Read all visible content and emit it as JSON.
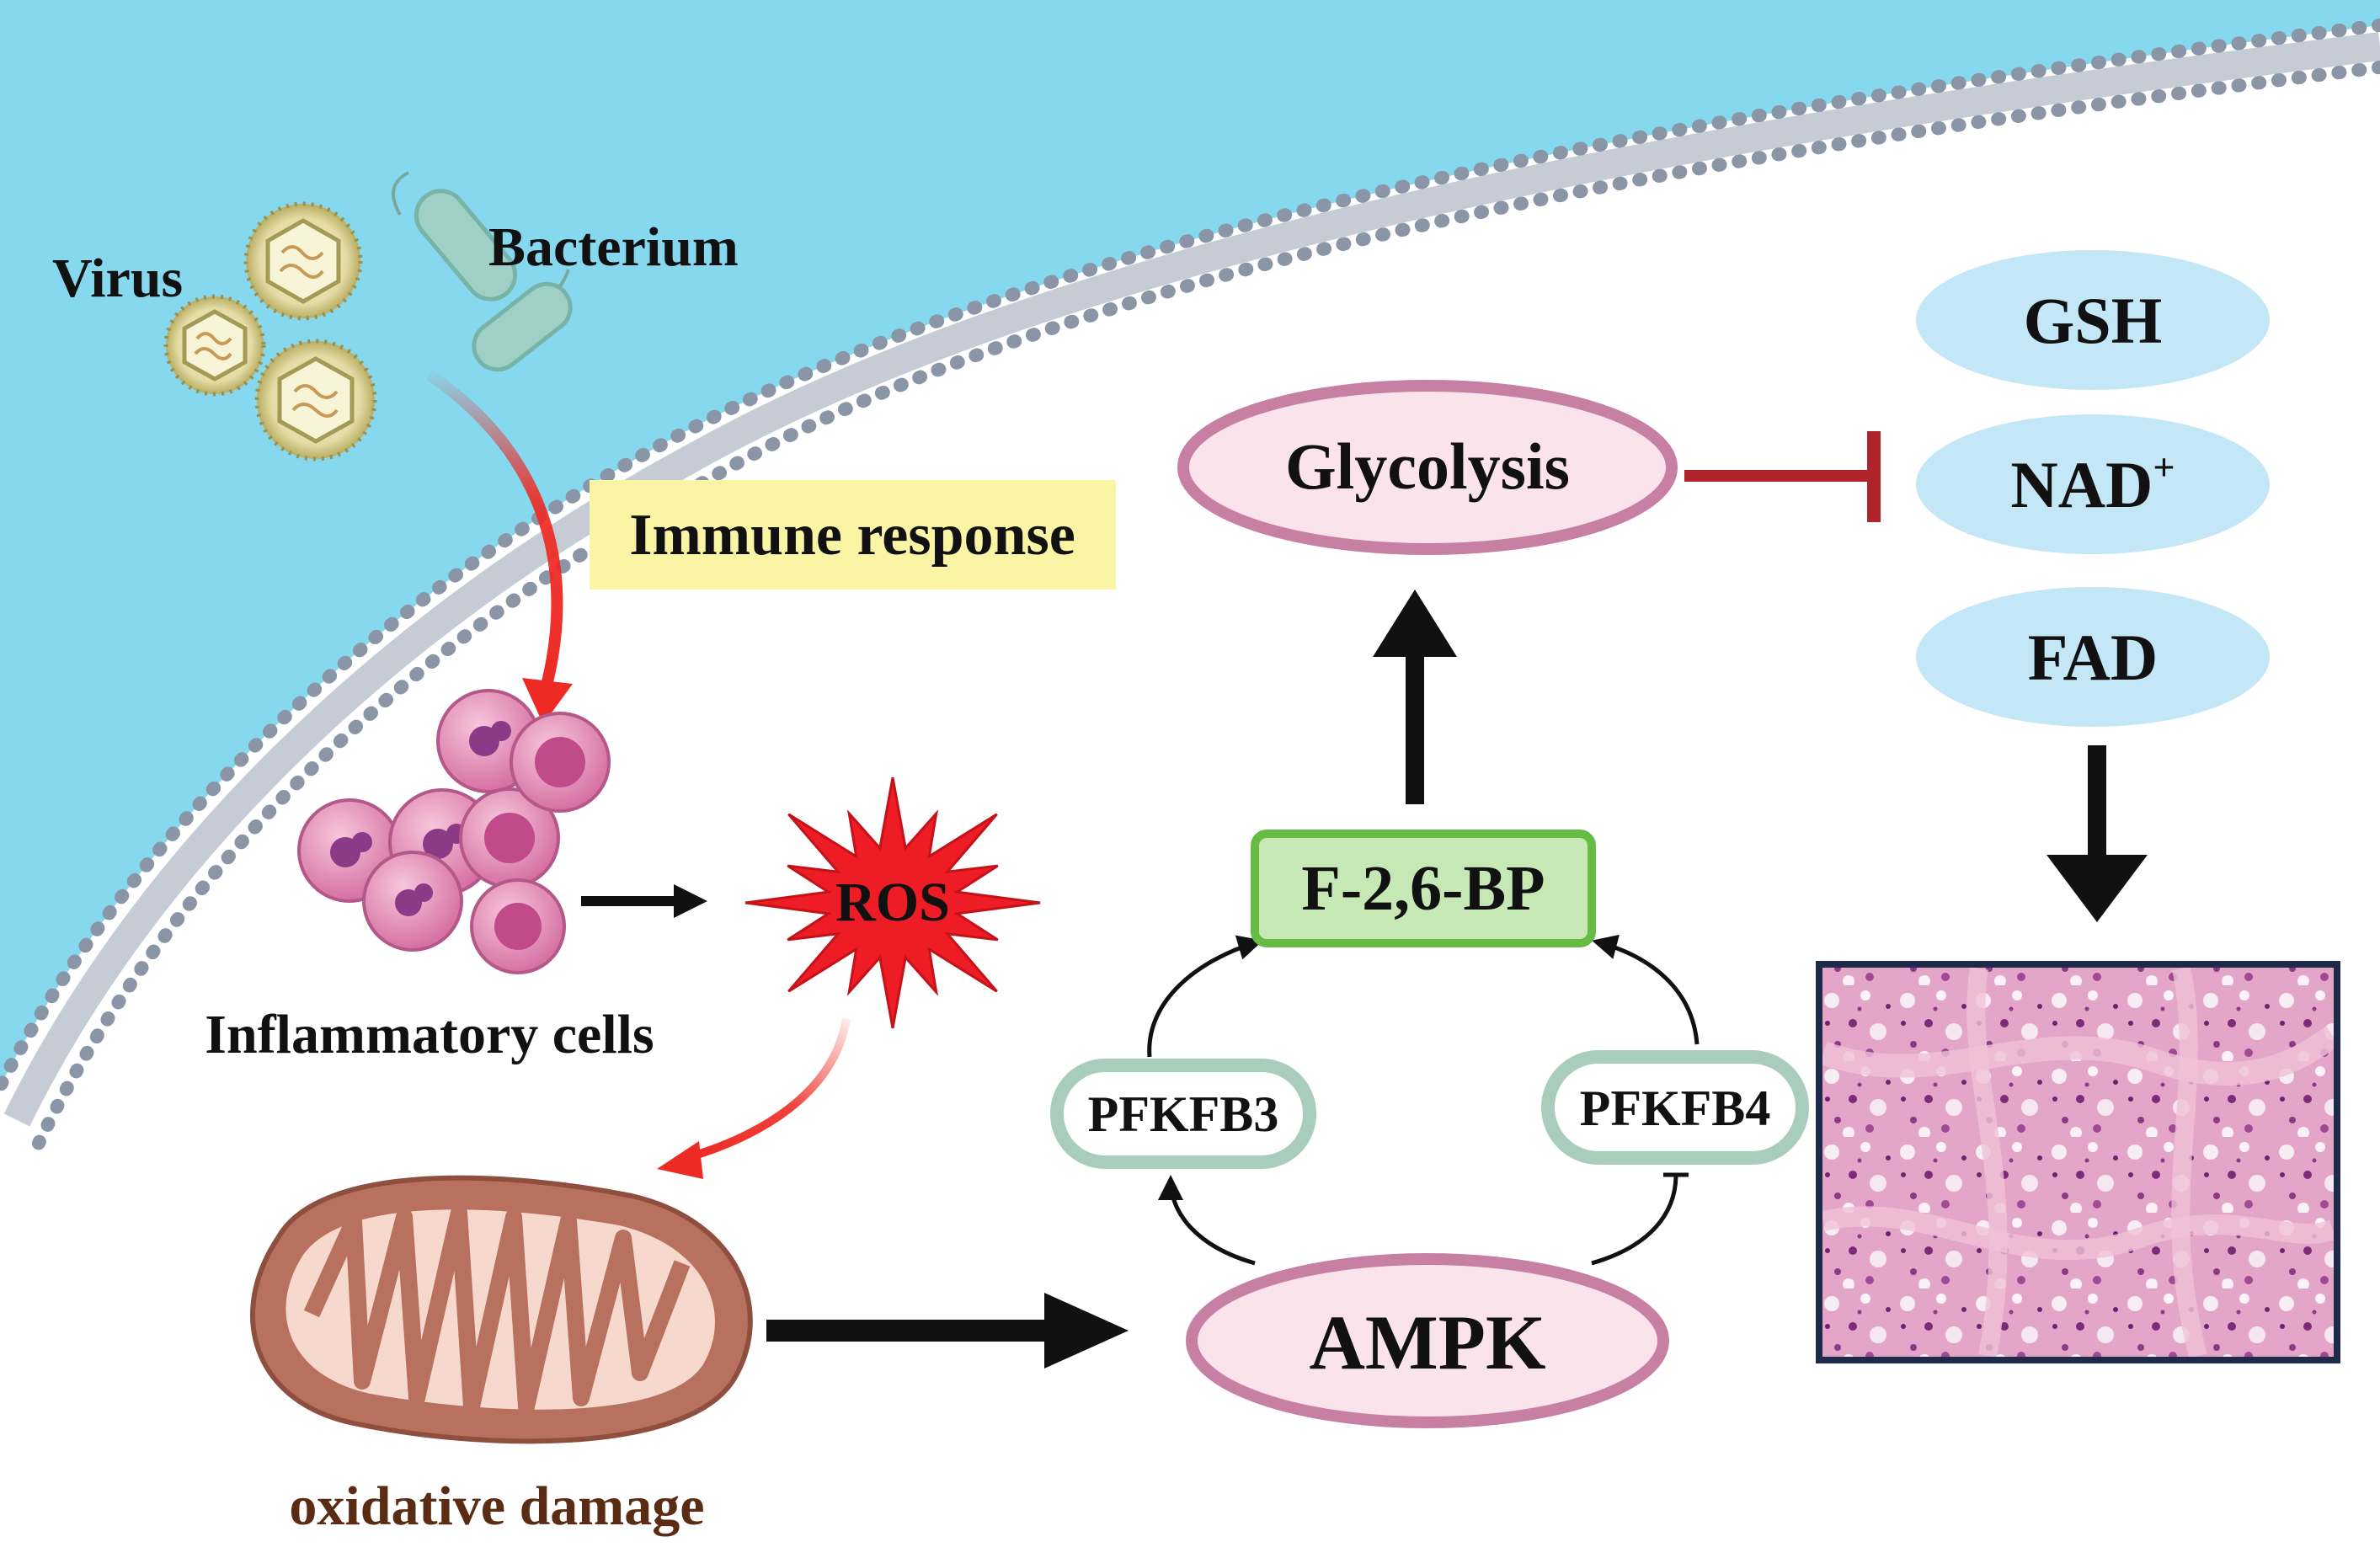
{
  "labels": {
    "virus": "Virus",
    "bacterium": "Bacterium",
    "immune_response": "Immune response",
    "inflammatory_cells": "Inflammatory cells",
    "ros": "ROS",
    "oxidative_damage": "oxidative damage",
    "ampk": "AMPK",
    "pfkfb3": "PFKFB3",
    "pfkfb4": "PFKFB4",
    "f26bp": "F-2,6-BP",
    "glycolysis": "Glycolysis",
    "gsh": "GSH",
    "nad": "NAD",
    "nad_sup": "+",
    "fad": "FAD"
  },
  "colors": {
    "extracellular": "#86d8ef",
    "membrane_head": "#8a95a6",
    "red_arrow": "#ee2a24",
    "inhibit": "#b0232a",
    "ros_star": "#ee1c24",
    "pink_ellipse_fill": "#fbe3ec",
    "pink_ellipse_stroke": "#c77fa3",
    "green_box_fill": "#c5e8b4",
    "green_box_stroke": "#66bb44",
    "pfkfb_stroke": "#a9cdbd",
    "blue_ellipse": "#c3e7f6",
    "immune_box": "#faf5a5",
    "mito_body": "#b8715e",
    "histology_frame": "#1e2a4a",
    "oxidative_damage_text": "#5a2c14"
  }
}
